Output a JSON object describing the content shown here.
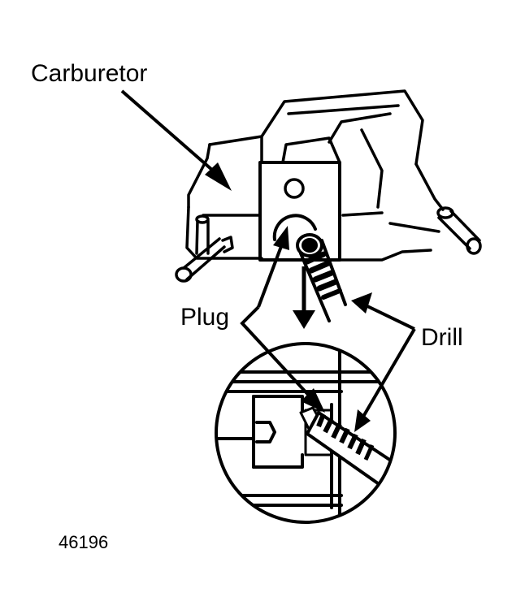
{
  "labels": {
    "carburetor": "Carburetor",
    "plug": "Plug",
    "drill": "Drill",
    "figure_number": "46196"
  }
}
